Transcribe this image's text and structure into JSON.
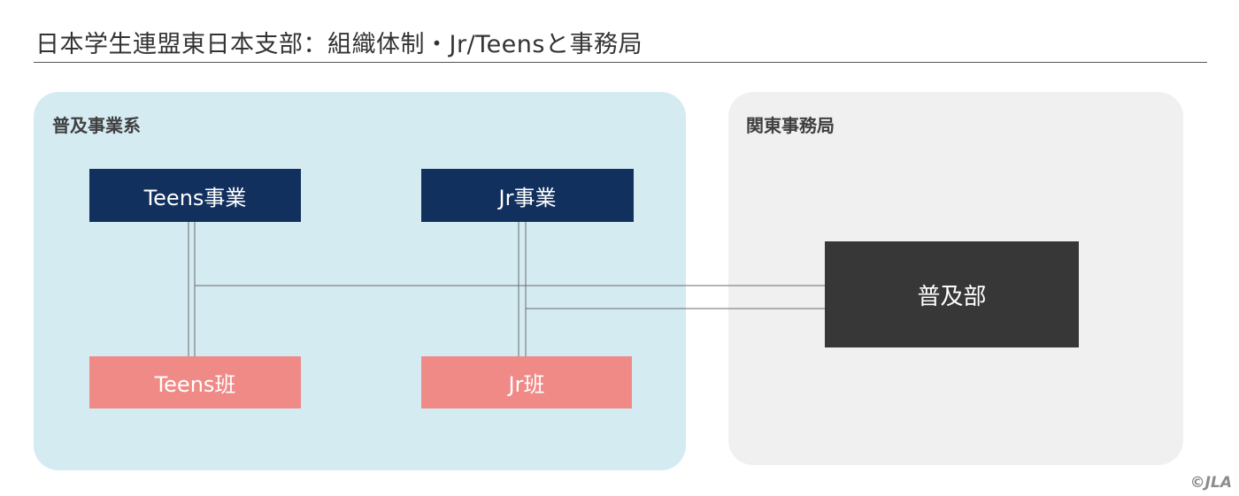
{
  "header": {
    "title": "日本学生連盟東日本支部：組織体制・Jr/Teensと事務局"
  },
  "panels": {
    "left": {
      "title": "普及事業系",
      "background": "#d5ebf2"
    },
    "right": {
      "title": "関東事務局",
      "background": "#f0f0f0"
    }
  },
  "boxes": {
    "teens_jigyo": {
      "label": "Teens事業",
      "color": "#12305e"
    },
    "jr_jigyo": {
      "label": "Jr事業",
      "color": "#12305e"
    },
    "teens_han": {
      "label": "Teens班",
      "color": "#ef8a87"
    },
    "jr_han": {
      "label": "Jr班",
      "color": "#ef8a87"
    },
    "fukyu_bu": {
      "label": "普及部",
      "color": "#383738"
    }
  },
  "footer": {
    "copyright_symbol": "©",
    "copyright_text": "JLA"
  }
}
